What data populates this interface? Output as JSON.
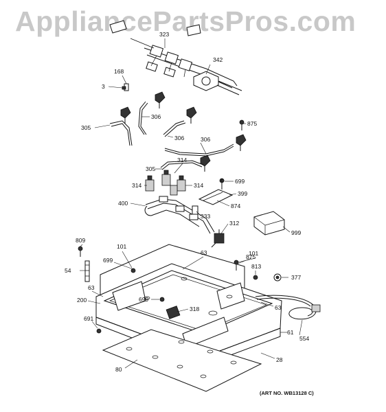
{
  "watermark": "AppliancePartsPros.com",
  "art_number": "(ART NO. WB13128 C)",
  "parts": [
    {
      "id": "323",
      "label": "323"
    },
    {
      "id": "342",
      "label": "342"
    },
    {
      "id": "168",
      "label": "168"
    },
    {
      "id": "3",
      "label": "3"
    },
    {
      "id": "305a",
      "label": "305"
    },
    {
      "id": "306a",
      "label": "306"
    },
    {
      "id": "306b",
      "label": "306"
    },
    {
      "id": "306c",
      "label": "306"
    },
    {
      "id": "875a",
      "label": "875"
    },
    {
      "id": "305b",
      "label": "305"
    },
    {
      "id": "314a",
      "label": "314"
    },
    {
      "id": "314b",
      "label": "314"
    },
    {
      "id": "314c",
      "label": "314"
    },
    {
      "id": "699a",
      "label": "699"
    },
    {
      "id": "399",
      "label": "399"
    },
    {
      "id": "874",
      "label": "874"
    },
    {
      "id": "400",
      "label": "400"
    },
    {
      "id": "333",
      "label": "333"
    },
    {
      "id": "312",
      "label": "312"
    },
    {
      "id": "999",
      "label": "999"
    },
    {
      "id": "809",
      "label": "809"
    },
    {
      "id": "101a",
      "label": "101"
    },
    {
      "id": "101b",
      "label": "101"
    },
    {
      "id": "63a",
      "label": "63"
    },
    {
      "id": "63b",
      "label": "63"
    },
    {
      "id": "63c",
      "label": "63"
    },
    {
      "id": "875b",
      "label": "875"
    },
    {
      "id": "699b",
      "label": "699"
    },
    {
      "id": "54",
      "label": "54"
    },
    {
      "id": "813",
      "label": "813"
    },
    {
      "id": "377",
      "label": "377"
    },
    {
      "id": "200",
      "label": "200"
    },
    {
      "id": "699c",
      "label": "699"
    },
    {
      "id": "318",
      "label": "318"
    },
    {
      "id": "691",
      "label": "691"
    },
    {
      "id": "61",
      "label": "61"
    },
    {
      "id": "554",
      "label": "554"
    },
    {
      "id": "28",
      "label": "28"
    },
    {
      "id": "80",
      "label": "80"
    }
  ]
}
